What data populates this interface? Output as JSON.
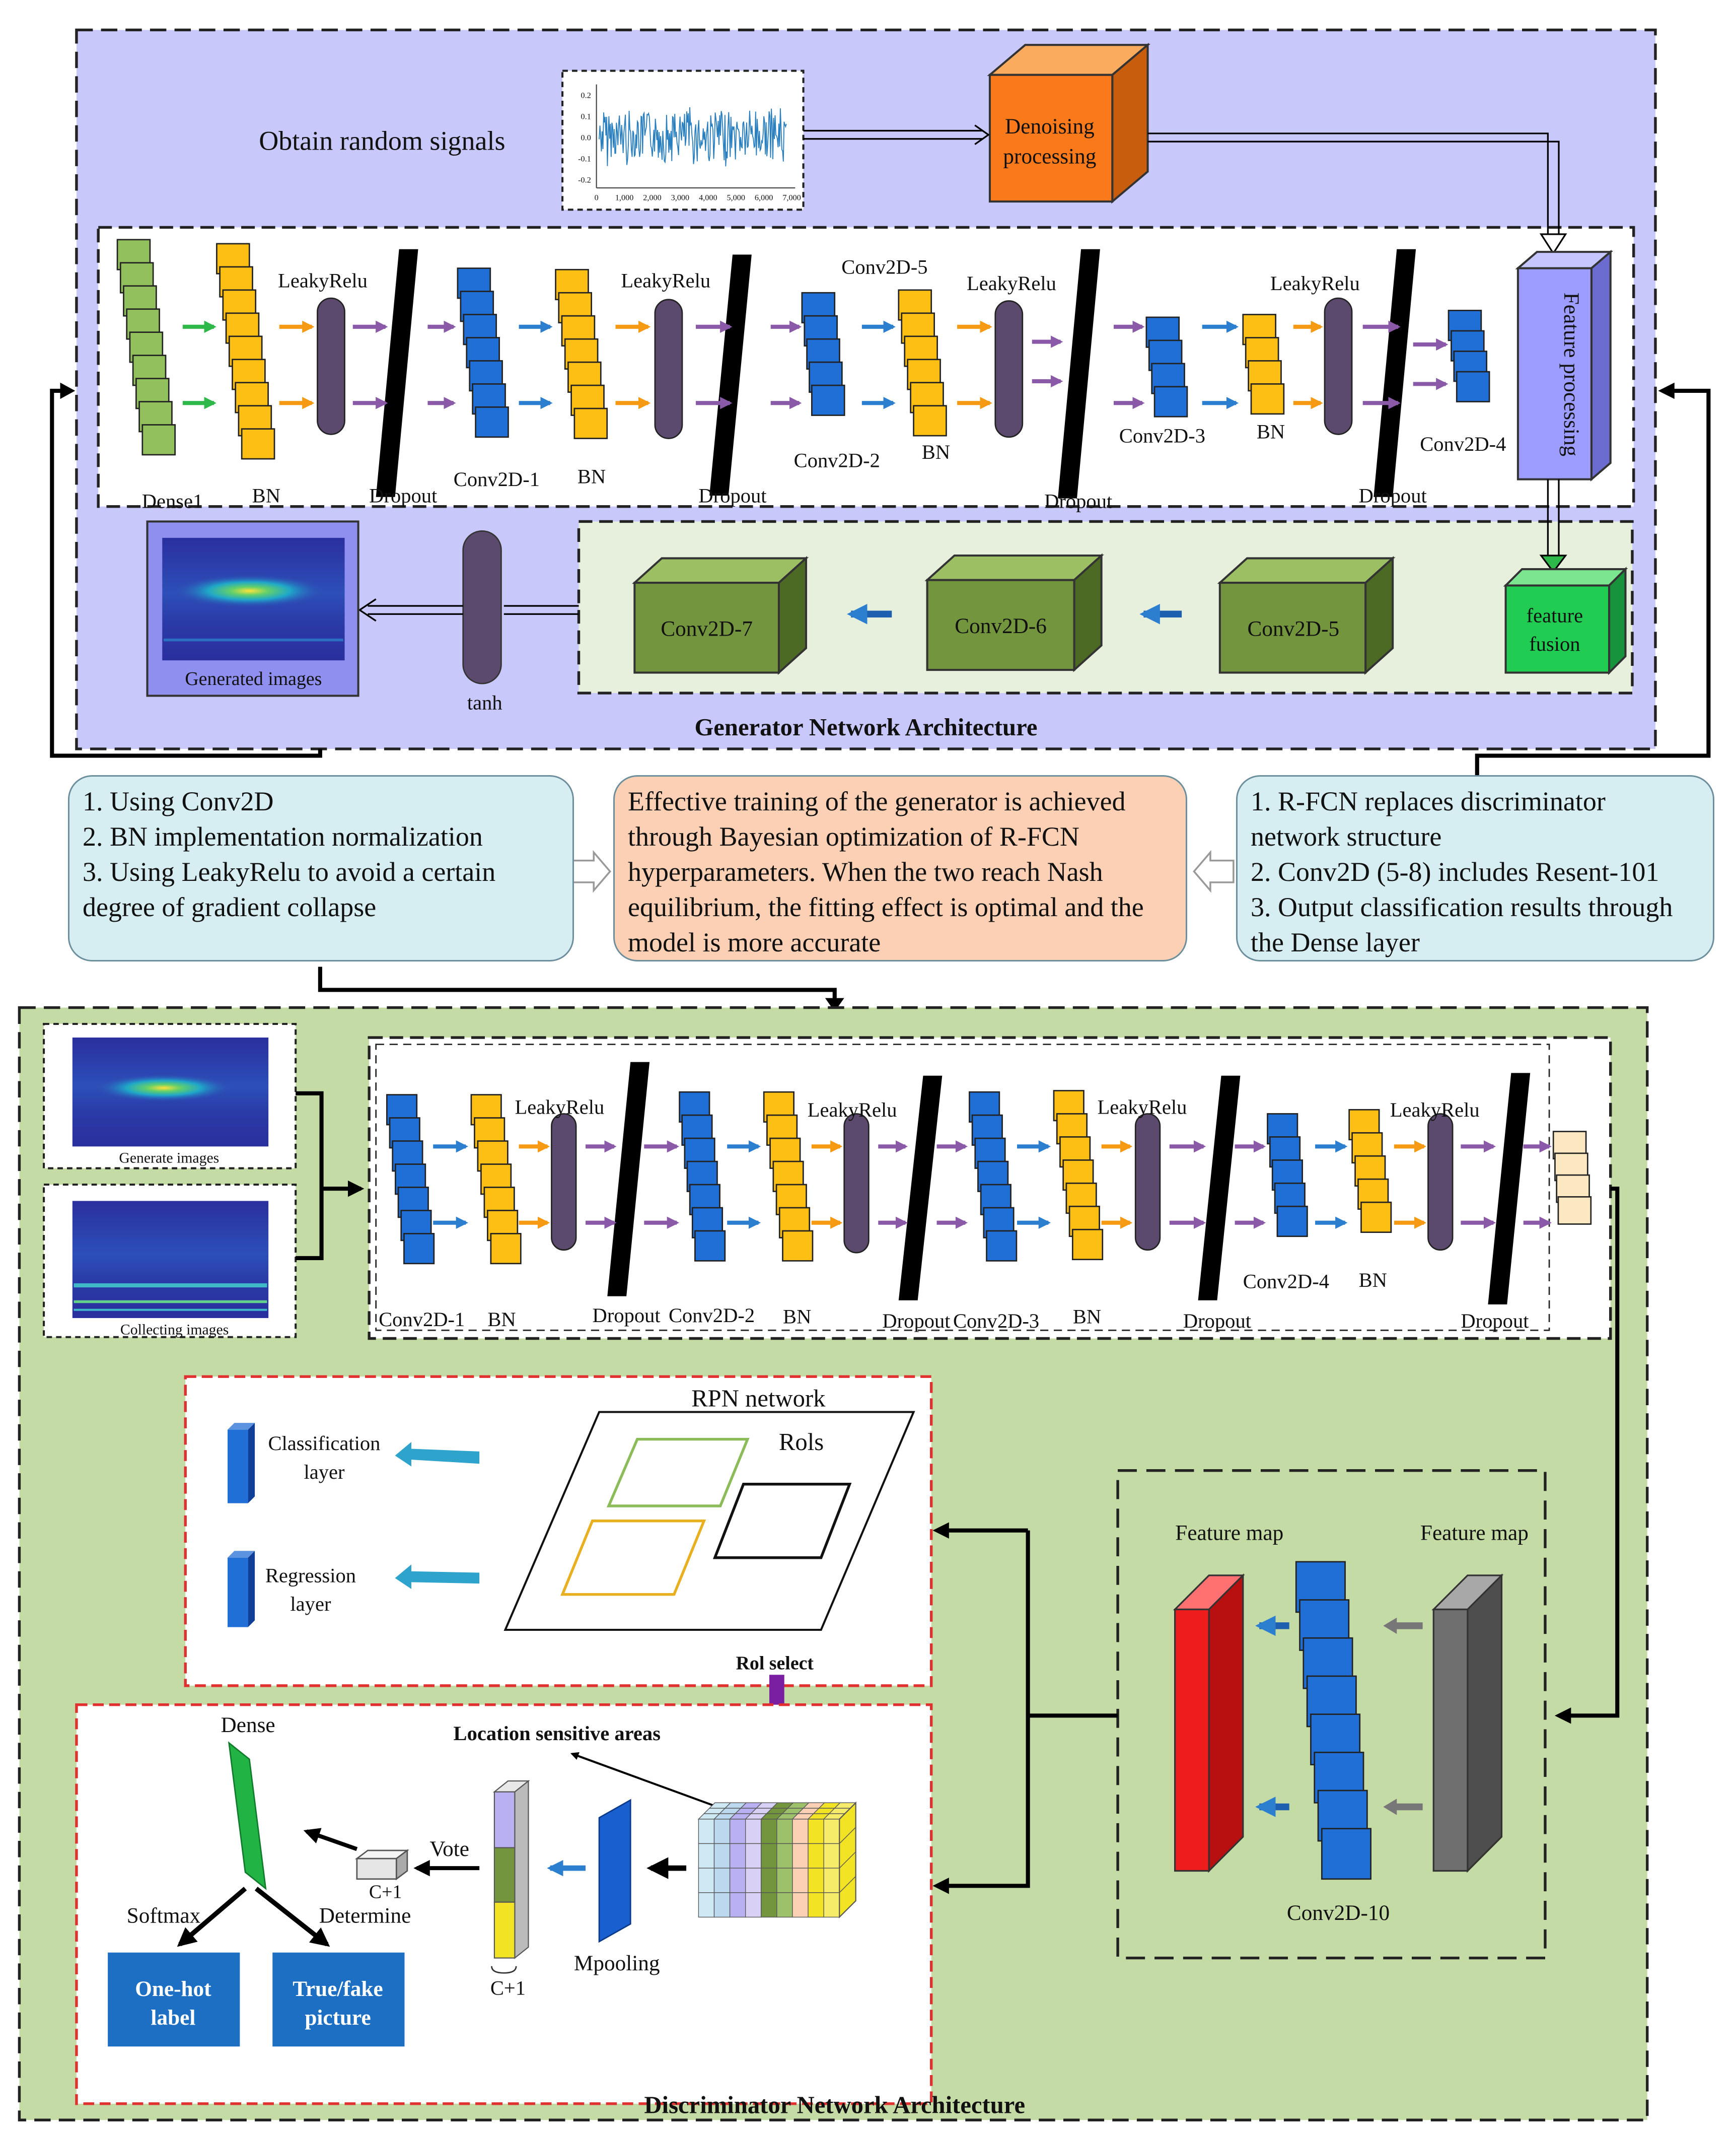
{
  "colors": {
    "generator_bg": "#c8c8fa",
    "discriminator_bg": "#c4dba5",
    "dense": "#91c05d",
    "bn": "#fdbf14",
    "conv": "#1f6fd6",
    "activation": "#5b4a6e",
    "dropout": "#000000",
    "denoise": "#f9791b",
    "feature_processing": "#9d9dff",
    "feature_fusion": "#21cc52",
    "conv_block": "#73953d",
    "note_left": "#d6eef2",
    "note_center": "#fbd0b4",
    "note_right": "#d6eef2",
    "red_map": "#ee1c1c",
    "gray_map": "#6f6f6f",
    "rpn_green": "#8cbb5a",
    "rpn_yellow": "#e8b020",
    "roi_arrow": "#7a1fa0"
  },
  "icons": [
    "signal-plot-thumbnail",
    "spectrogram-thumbnail"
  ],
  "generator": {
    "title": "Generator Network Architecture",
    "input_label": "Obtain random signals",
    "plot_yticks": [
      "0.2",
      "0.1",
      "0.0",
      "-0.1",
      "-0.2"
    ],
    "plot_xticks": [
      "0",
      "1,000",
      "2,000",
      "3,000",
      "4,000",
      "5,000",
      "6,000",
      "7,000"
    ],
    "denoise_label": [
      "Denoising",
      "processing"
    ],
    "feature_processing": "Feature processing",
    "feature_fusion": [
      "feature",
      "fusion"
    ],
    "layers": {
      "dense1": "Dense1",
      "bn1": "BN",
      "leaky1": "LeakyRelu",
      "dropout1": "Dropout",
      "conv1": "Conv2D-1",
      "bn2": "BN",
      "leaky2": "LeakyRelu",
      "dropout2": "Dropout",
      "conv2": "Conv2D-2",
      "conv5top": "Conv2D-5",
      "bn3": "BN",
      "leaky3": "LeakyRelu",
      "dropout3": "Dropout",
      "conv3": "Conv2D-3",
      "bn4": "BN",
      "leaky4": "LeakyRelu",
      "dropout4": "Dropout",
      "conv4": "Conv2D-4"
    },
    "blocks": [
      "Conv2D-7",
      "Conv2D-6",
      "Conv2D-5"
    ],
    "tanh": "tanh",
    "generated_images": "Generated images"
  },
  "notes": {
    "left": [
      "1. Using Conv2D",
      "2. BN implementation normalization",
      "3. Using LeakyRelu to avoid a certain",
      "degree of gradient collapse"
    ],
    "center": [
      "Effective training of the generator is achieved",
      "through Bayesian optimization of R-FCN",
      "hyperparameters. When the two reach Nash",
      "equilibrium, the fitting effect is optimal and the",
      "model is more accurate"
    ],
    "right": [
      "1. R-FCN replaces discriminator",
      "network structure",
      "2. Conv2D (5-8) includes Resent-101",
      "3. Output classification results through",
      "the Dense layer"
    ]
  },
  "discriminator": {
    "title": "Discriminator Network Architecture",
    "generate_images": "Generate images",
    "collecting_images": "Collecting images",
    "layers": {
      "conv1": "Conv2D-1",
      "bn1": "BN",
      "leaky1": "LeakyRelu",
      "dropout1": "Dropout",
      "conv2": "Conv2D-2",
      "bn2": "BN",
      "leaky2": "LeakyRelu",
      "dropout2": "Dropout",
      "conv3": "Conv2D-3",
      "bn3": "BN",
      "leaky3": "LeakyRelu",
      "dropout3": "Dropout",
      "conv4": "Conv2D-4",
      "bn4": "BN",
      "leaky4": "LeakyRelu",
      "dropout4": "Dropout"
    },
    "rpn": {
      "title": "RPN network",
      "rois": "Rols",
      "classification": [
        "Classification",
        "layer"
      ],
      "regression": [
        "Regression",
        "layer"
      ]
    },
    "roi_select": "Rol select",
    "location_sensitive": "Location sensitive areas",
    "feature_map_left": "Feature map",
    "feature_map_right": "Feature map",
    "conv10": "Conv2D-10",
    "head": {
      "dense": "Dense",
      "vote": "Vote",
      "c1_box": "C+1",
      "c1_stack": "C+1",
      "softmax": "Softmax",
      "determine": "Determine",
      "mpooling": "Mpooling",
      "onehot": [
        "One-hot",
        "label"
      ],
      "truefake": [
        "True/fake",
        "picture"
      ]
    }
  }
}
